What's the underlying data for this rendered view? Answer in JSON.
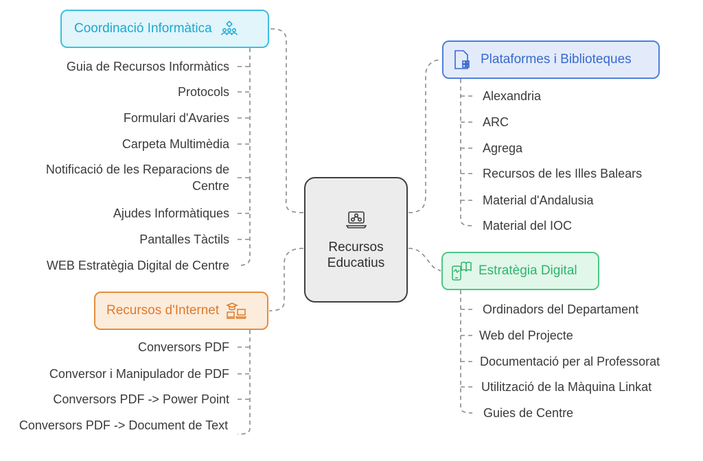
{
  "center": {
    "line1": "Recursos",
    "line2": "Educatius",
    "icon": "laptop-network-icon"
  },
  "branches": {
    "coordinacio": {
      "title": "Coordinació Informàtica",
      "icon": "team-gear-icon",
      "color": "#1aa8cf",
      "items": [
        "Guia de Recursos Informàtics",
        "Protocols",
        "Formulari d'Avaries",
        "Carpeta Multimèdia",
        "Notificació de les Reparacions de Centre",
        "Ajudes Informàtiques",
        "Pantalles Tàctils",
        "WEB Estratègia Digital de Centre"
      ]
    },
    "plataformes": {
      "title": "Plataformes i Biblioteques",
      "icon": "document-grid-icon",
      "color": "#3769cf",
      "items": [
        "Alexandria",
        "ARC",
        "Agrega",
        "Recursos de les Illes Balears",
        "Material d'Andalusia",
        "Material del IOC"
      ]
    },
    "internet": {
      "title": "Recursos d'Internet",
      "icon": "graduation-devices-icon",
      "color": "#de7a2a",
      "items": [
        "Conversors PDF",
        "Conversor i Manipulador de PDF",
        "Conversors PDF -> Power Point",
        "Conversors PDF -> Document de Text"
      ]
    },
    "estrategia": {
      "title": "Estratègia Digital",
      "icon": "phone-book-icon",
      "color": "#2fb36e",
      "items": [
        "Ordinadors del Departament",
        "Web del Projecte",
        "Documentació per al Professorat",
        "Utilització de la Màquina Linkat",
        "Guies de Centre"
      ]
    }
  }
}
